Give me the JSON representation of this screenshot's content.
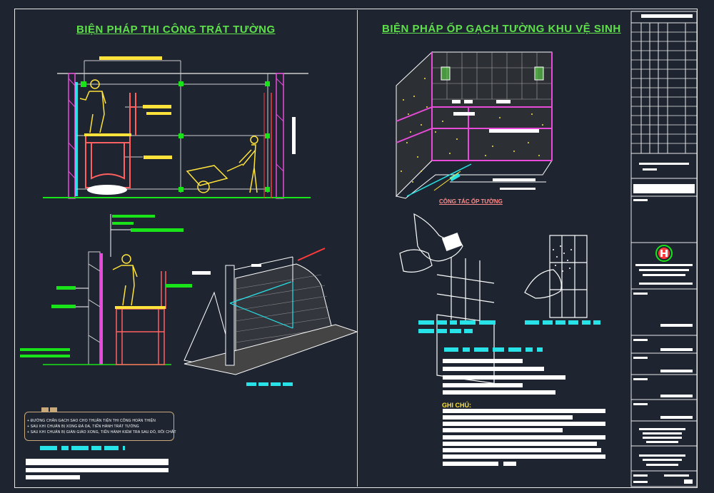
{
  "left_title": "BIỆN PHÁP THI CÔNG TRÁT TƯỜNG",
  "right_title": "BIỆN PHÁP ỐP GẠCH TƯỜNG KHU VỆ SINH",
  "tile_label": "CÔNG TÁC ỐP TƯỜNG",
  "ghi_chu": "GHI CHÚ:",
  "notes": [
    "+  ĐƯỜNG CHÂN GẠCH SAO CHO THUẬN TIỆN THI CÔNG HOÀN THIỆN",
    "+  SAU KHI CHUẨN BỊ XONG ĐÁ DA, TIẾN HÀNH TRÁT TƯỜNG",
    "+  SAU KHI CHUẨN BỊ GIÀN GIÁO XONG, TIẾN HÀNH KIỂM TRA SAU ĐÓ, RỒI CHẮT"
  ],
  "colors": {
    "background": "#1e2530",
    "title_green": "#5ee04a",
    "cyan": "#27e3e8",
    "yellow": "#ffe23a",
    "magenta": "#e84bd9",
    "red": "#ff3b3b",
    "green": "#19e319"
  }
}
